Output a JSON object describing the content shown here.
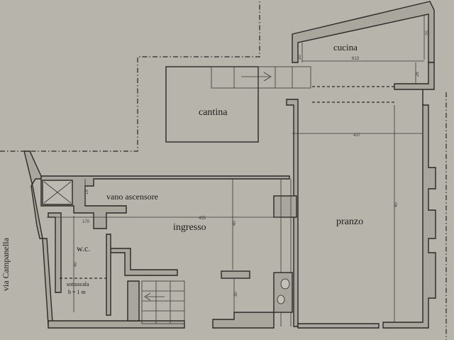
{
  "rooms": {
    "cucina": "cucina",
    "cantina": "cantina",
    "vano_ascensore": "vano ascensore",
    "ingresso": "ingresso",
    "pranzo": "pranzo",
    "wc": "w.c.",
    "sottoscala": "sottoscala",
    "sottoscala_h": "h = 1 m"
  },
  "street": "via  Campanella",
  "dimensions": {
    "cucina_top": "20",
    "cucina_width": "613",
    "cucina_right": "20",
    "cucina_depth": "26",
    "cucina_left": "20",
    "pranzo_width": "437",
    "pranzo_height": "40",
    "ingresso_width": "455",
    "ingresso_height": "40",
    "ascensore": "15",
    "wc_width": "170",
    "wc_height": "40",
    "lower_corridor": "30"
  }
}
